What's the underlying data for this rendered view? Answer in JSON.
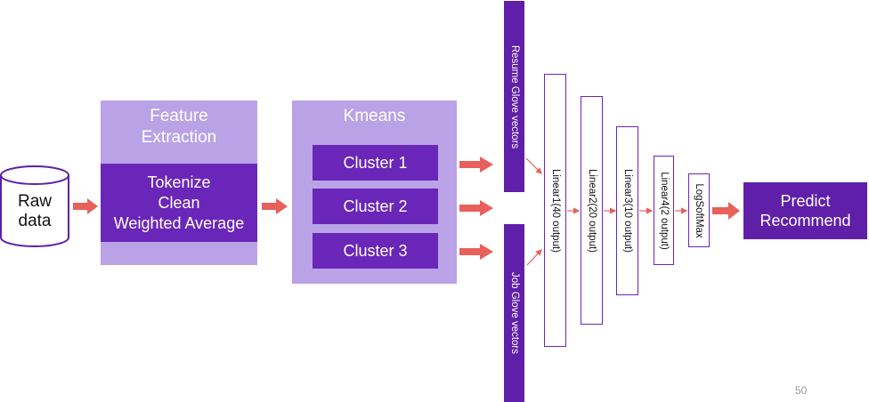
{
  "raw_data": {
    "line1": "Raw",
    "line2": "data"
  },
  "feature_extraction": {
    "title_line1": "Feature",
    "title_line2": "Extraction",
    "steps": [
      "Tokenize",
      "Clean",
      "Weighted Average"
    ]
  },
  "kmeans": {
    "title": "Kmeans",
    "clusters": [
      "Cluster 1",
      "Cluster 2",
      "Cluster 3"
    ]
  },
  "glove_vectors": {
    "resume": "Resume Glove vectors",
    "job": "Job Glove vectors"
  },
  "layers": [
    "Linear1(40 output)",
    "Linear2(20 output)",
    "Linear3(10 output)",
    "Linear4(2 output)",
    "LogSoftMax"
  ],
  "output": {
    "line1": "Predict",
    "line2": "Recommend"
  },
  "page_number": "50",
  "colors": {
    "light_purple": "#b9a3e6",
    "dark_purple": "#6a26b8",
    "bar_purple": "#5f1fa8",
    "arrow_red": "#e8605a"
  }
}
